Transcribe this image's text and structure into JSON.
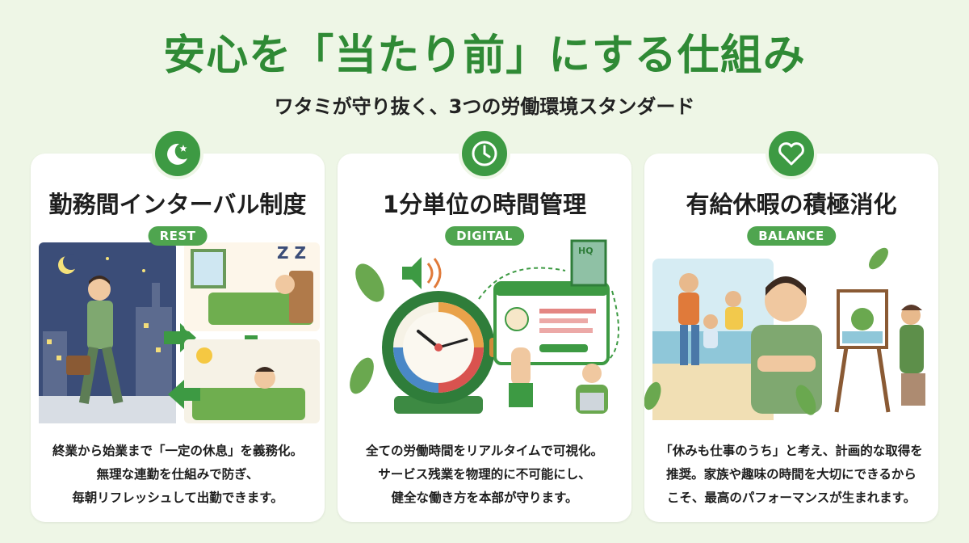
{
  "header": {
    "title": "安心を「当たり前」にする仕組み",
    "subtitle": "ワタミが守り抜く、3つの労働環境スタンダード"
  },
  "cards": [
    {
      "icon": "moon-star-icon",
      "title": "勤務間インターバル制度",
      "tag": "REST",
      "illustration_text": "Z Z",
      "desc": [
        "終業から始業まで「一定の休息」を義務化。",
        "無理な連勤を仕組みで防ぎ、",
        "毎朝リフレッシュして出勤できます。"
      ]
    },
    {
      "icon": "clock-icon",
      "title": "1分単位の時間管理",
      "tag": "DIGITAL",
      "illustration_text": "HQ",
      "desc": [
        "全ての労働時間をリアルタイムで可視化。",
        "サービス残業を物理的に不可能にし、",
        "健全な働き方を本部が守ります。"
      ]
    },
    {
      "icon": "heart-icon",
      "title": "有給休暇の積極消化",
      "tag": "BALANCE",
      "desc": [
        "「休みも仕事のうち」と考え、計画的な取得を",
        "推奨。家族や趣味の時間を大切にできるから",
        "こそ、最高のパフォーマンスが生まれます。"
      ]
    }
  ],
  "colors": {
    "background": "#eef6e6",
    "title_green": "#2f8a35",
    "badge_green": "#3d9a43",
    "tag_green": "#4fa54f"
  }
}
